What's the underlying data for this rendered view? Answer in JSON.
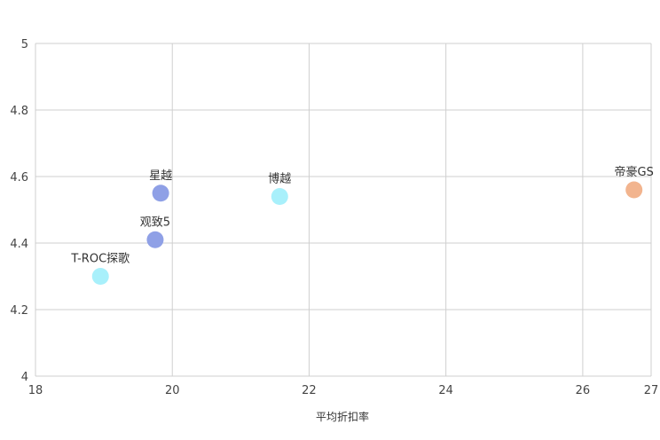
{
  "chart_data": {
    "type": "scatter",
    "title": "",
    "xlabel": "平均折扣率",
    "ylabel": "",
    "xlim": [
      18,
      27
    ],
    "ylim": [
      4,
      5
    ],
    "x_ticks": [
      "18",
      "20",
      "22",
      "24",
      "26",
      "27"
    ],
    "y_ticks": [
      "4",
      "4.2",
      "4.4",
      "4.6",
      "4.8",
      "5"
    ],
    "grid": true,
    "legend": "none",
    "points": [
      {
        "label": "T-ROC探歌",
        "x": 18.95,
        "y": 4.3,
        "color": "#a8f0fb"
      },
      {
        "label": "观致5",
        "x": 19.75,
        "y": 4.41,
        "color": "#8fa0e6"
      },
      {
        "label": "星越",
        "x": 19.83,
        "y": 4.55,
        "color": "#8fa0e6"
      },
      {
        "label": "博越",
        "x": 21.57,
        "y": 4.54,
        "color": "#a8f0fb"
      },
      {
        "label": "帝豪GS",
        "x": 26.75,
        "y": 4.56,
        "color": "#f2b48e"
      }
    ]
  }
}
